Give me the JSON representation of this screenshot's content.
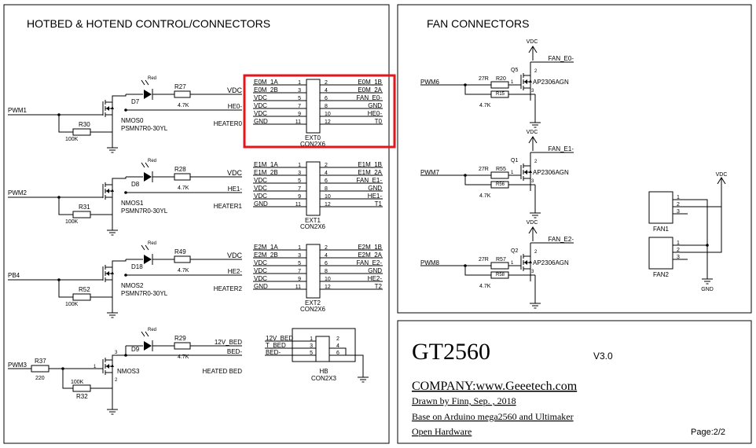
{
  "titles": {
    "hotbed": "HOTBED & HOTEND CONTROL/CONNECTORS",
    "fan": "FAN CONNECTORS"
  },
  "hotend_rows": [
    {
      "pwm": "PWM1",
      "r_base": "R30",
      "r_base_val": "100K",
      "led": "D7",
      "led_color": "Red",
      "r_led": "R27",
      "r_led_val": "4.7K",
      "vdc": "VDC",
      "he": "HE0-",
      "mos": "NMOS0",
      "mos_part": "PSMN7R0-30YL",
      "heater": "HEATER0"
    },
    {
      "pwm": "PWM2",
      "r_base": "R31",
      "r_base_val": "100K",
      "led": "D8",
      "led_color": "Red",
      "r_led": "R28",
      "r_led_val": "4.7K",
      "vdc": "VDC",
      "he": "HE1-",
      "mos": "NMOS1",
      "mos_part": "PSMN7R0-30YL",
      "heater": "HEATER1"
    },
    {
      "pwm": "PB4",
      "r_base": "R52",
      "r_base_val": "100K",
      "led": "D18",
      "led_color": "Red",
      "r_led": "R49",
      "r_led_val": "4.7K",
      "vdc": "VDC",
      "he": "HE2-",
      "mos": "NMOS2",
      "mos_part": "PSMN7R0-30YL",
      "heater": "HEATER2"
    }
  ],
  "bed_row": {
    "pwm": "PWM3",
    "r_series": "R37",
    "r_series_val": "220",
    "r_pull": "R32",
    "r_pull_val": "100K",
    "led": "D9",
    "led_color": "Red",
    "r_led": "R29",
    "r_led_val": "4.7K",
    "v12": "12V_BED",
    "bed_minus": "BED-",
    "mos": "NMOS3",
    "heater": "HEATED BED",
    "pin_g": "1",
    "pin_d": "3",
    "pin_s": "2"
  },
  "connectors": [
    {
      "ref": "EXT0",
      "part": "CON2X6",
      "left": [
        "E0M_1A",
        "E0M_2B",
        "VDC",
        "VDC",
        "VDC",
        "GND"
      ],
      "left_pins": [
        "1",
        "3",
        "5",
        "7",
        "9",
        "11"
      ],
      "right": [
        "E0M_1B",
        "E0M_2A",
        "FAN_E0-",
        "GND",
        "HE0-",
        "T0"
      ],
      "right_pins": [
        "2",
        "4",
        "6",
        "8",
        "10",
        "12"
      ]
    },
    {
      "ref": "EXT1",
      "part": "CON2X6",
      "left": [
        "E1M_1A",
        "E1M_2B",
        "VDC",
        "VDC",
        "VDC",
        "GND"
      ],
      "left_pins": [
        "1",
        "3",
        "5",
        "7",
        "9",
        "11"
      ],
      "right": [
        "E1M_1B",
        "E1M_2A",
        "FAN_E1-",
        "GND",
        "HE1-",
        "T1"
      ],
      "right_pins": [
        "2",
        "4",
        "6",
        "8",
        "10",
        "12"
      ]
    },
    {
      "ref": "EXT2",
      "part": "CON2X6",
      "left": [
        "E2M_1A",
        "E2M_2B",
        "VDC",
        "VDC",
        "VDC",
        "GND"
      ],
      "left_pins": [
        "1",
        "3",
        "5",
        "7",
        "9",
        "11"
      ],
      "right": [
        "E2M_1B",
        "E2M_2A",
        "FAN_E2-",
        "GND",
        "HE2-",
        "T2"
      ],
      "right_pins": [
        "2",
        "4",
        "6",
        "8",
        "10",
        "12"
      ]
    }
  ],
  "hb": {
    "ref": "HB",
    "part": "CON2X3",
    "left": [
      "12V_BED",
      "T_BED",
      "BED-"
    ],
    "left_pins": [
      "1",
      "3",
      "5"
    ],
    "right_pins": [
      "2",
      "4",
      "6"
    ]
  },
  "fan_rows": [
    {
      "pwm": "PWM6",
      "q": "Q5",
      "r_gate": "R20",
      "r_gate_val": "27R",
      "r_pull": "R15",
      "r_pull_val": "4.7K",
      "part": "AP2306AGN",
      "vdc": "VDC",
      "out": "FAN_E0-",
      "pin_g": "1",
      "pin_d": "2",
      "pin_s": "3"
    },
    {
      "pwm": "PWM7",
      "q": "Q1",
      "r_gate": "R55",
      "r_gate_val": "27R",
      "r_pull": "R56",
      "r_pull_val": "4.7K",
      "part": "AP2306AGN",
      "vdc": "VDC",
      "out": "FAN_E1-",
      "pin_g": "1",
      "pin_d": "2",
      "pin_s": "3"
    },
    {
      "pwm": "PWM8",
      "q": "Q2",
      "r_gate": "R57",
      "r_gate_val": "27R",
      "r_pull": "R58",
      "r_pull_val": "4.7K",
      "part": "AP2306AGN",
      "vdc": "VDC",
      "out": "FAN_E2-",
      "pin_g": "1",
      "pin_d": "2",
      "pin_s": "3"
    }
  ],
  "fan_headers": {
    "vdc": "VDC",
    "gnd": "GND",
    "items": [
      {
        "ref": "FAN1",
        "pins": [
          "1",
          "2",
          "3"
        ]
      },
      {
        "ref": "FAN2",
        "pins": [
          "1",
          "2",
          "3"
        ]
      }
    ]
  },
  "title_block": {
    "title": "GT2560",
    "version": "V3.0",
    "company": "COMPANY:www.Geeetech.com",
    "drawn": "Drawn by Finn, Sep. , 2018",
    "base": "Base on Arduino mega2560 and Ultimaker",
    "open": "Open Hardware",
    "page": "Page:2/2"
  },
  "highlight_color": "#e3161b"
}
